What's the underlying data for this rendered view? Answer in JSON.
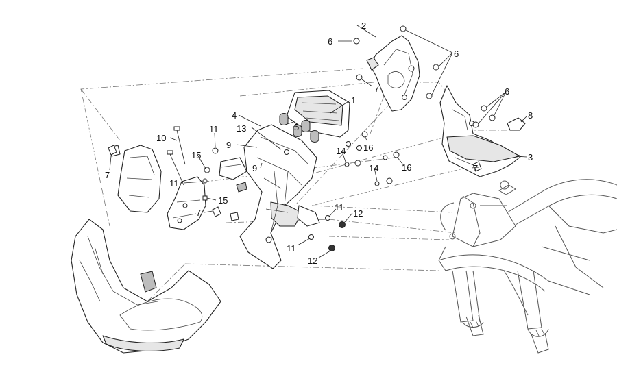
{
  "callouts": {
    "c1": "1",
    "c2": "2",
    "c3": "3",
    "c4": "4",
    "c5": "5",
    "c6a": "6",
    "c6b": "6",
    "c6c": "6",
    "c7a": "7",
    "c7b": "7",
    "c7c": "7",
    "c7d": "7",
    "c8": "8",
    "c9a": "9",
    "c9b": "9",
    "c10": "10",
    "c11a": "11",
    "c11b": "11",
    "c11c": "11",
    "c11d": "11",
    "c12a": "12",
    "c12b": "12",
    "c13": "13",
    "c14a": "14",
    "c14b": "14",
    "c15a": "15",
    "c15b": "15",
    "c16a": "16",
    "c16b": "16"
  },
  "colors": {
    "line": "#222222",
    "background": "#ffffff",
    "dash": "#777777"
  }
}
